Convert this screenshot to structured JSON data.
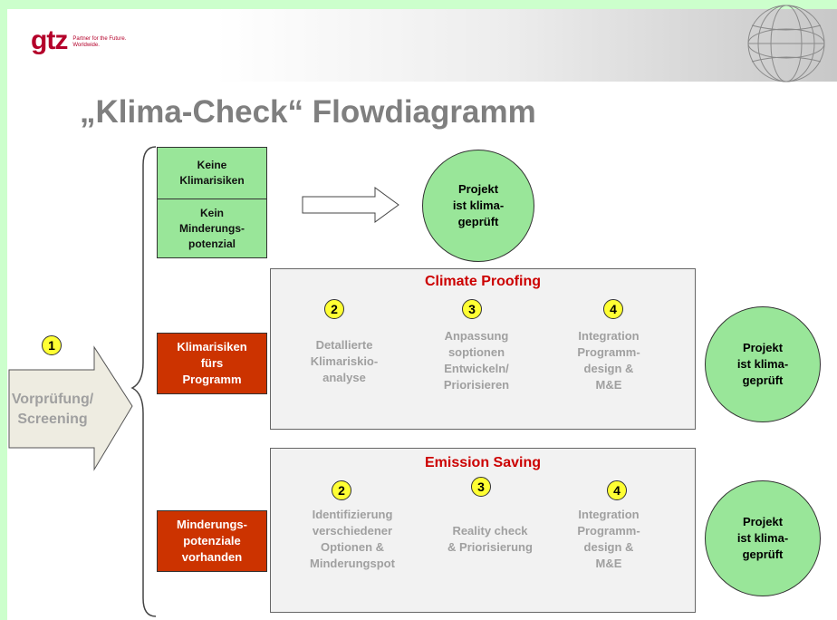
{
  "header": {
    "logo_mark": "gtz",
    "logo_tagline_1": "Partner for the Future.",
    "logo_tagline_2": "Worldwide."
  },
  "title": "„Klima-Check“ Flowdiagramm",
  "screening": {
    "badge": "1",
    "label_1": "Vorprüfung/",
    "label_2": "Screening"
  },
  "no_risk": {
    "box1_lines": [
      "Keine",
      "Klimarisiken"
    ],
    "box2_lines": [
      "Kein",
      "Minderungs-",
      "potenzial"
    ],
    "result_lines": [
      "Projekt",
      "ist klima-",
      "geprüft"
    ]
  },
  "climate_proofing": {
    "title": "Climate Proofing",
    "trigger_lines": [
      "Klimarisiken",
      "fürs",
      "Programm"
    ],
    "steps": [
      {
        "badge": "2",
        "lines": [
          "Detallierte",
          "Klimariskio-",
          "analyse"
        ]
      },
      {
        "badge": "3",
        "lines": [
          "Anpassung",
          "soptionen",
          "Entwickeln/",
          "Priorisieren"
        ]
      },
      {
        "badge": "4",
        "lines": [
          "Integration",
          "Programm-",
          "design &",
          "M&E"
        ]
      }
    ],
    "result_lines": [
      "Projekt",
      "ist klima-",
      "geprüft"
    ]
  },
  "emission_saving": {
    "title": "Emission Saving",
    "trigger_lines": [
      "Minderungs-",
      "potenziale",
      "vorhanden"
    ],
    "steps": [
      {
        "badge": "2",
        "lines": [
          "Identifizierung",
          "verschiedener",
          "Optionen &",
          "Minderungspot"
        ]
      },
      {
        "badge": "3",
        "lines": [
          "Reality check",
          "& Priorisierung"
        ]
      },
      {
        "badge": "4",
        "lines": [
          "Integration",
          "Programm-",
          "design &",
          "M&E"
        ]
      }
    ],
    "result_lines": [
      "Projekt",
      "ist klima-",
      "geprüft"
    ]
  },
  "colors": {
    "green": "#99e699",
    "red": "#cc3300",
    "badge": "#ffff33",
    "title_red": "#cc0000"
  }
}
